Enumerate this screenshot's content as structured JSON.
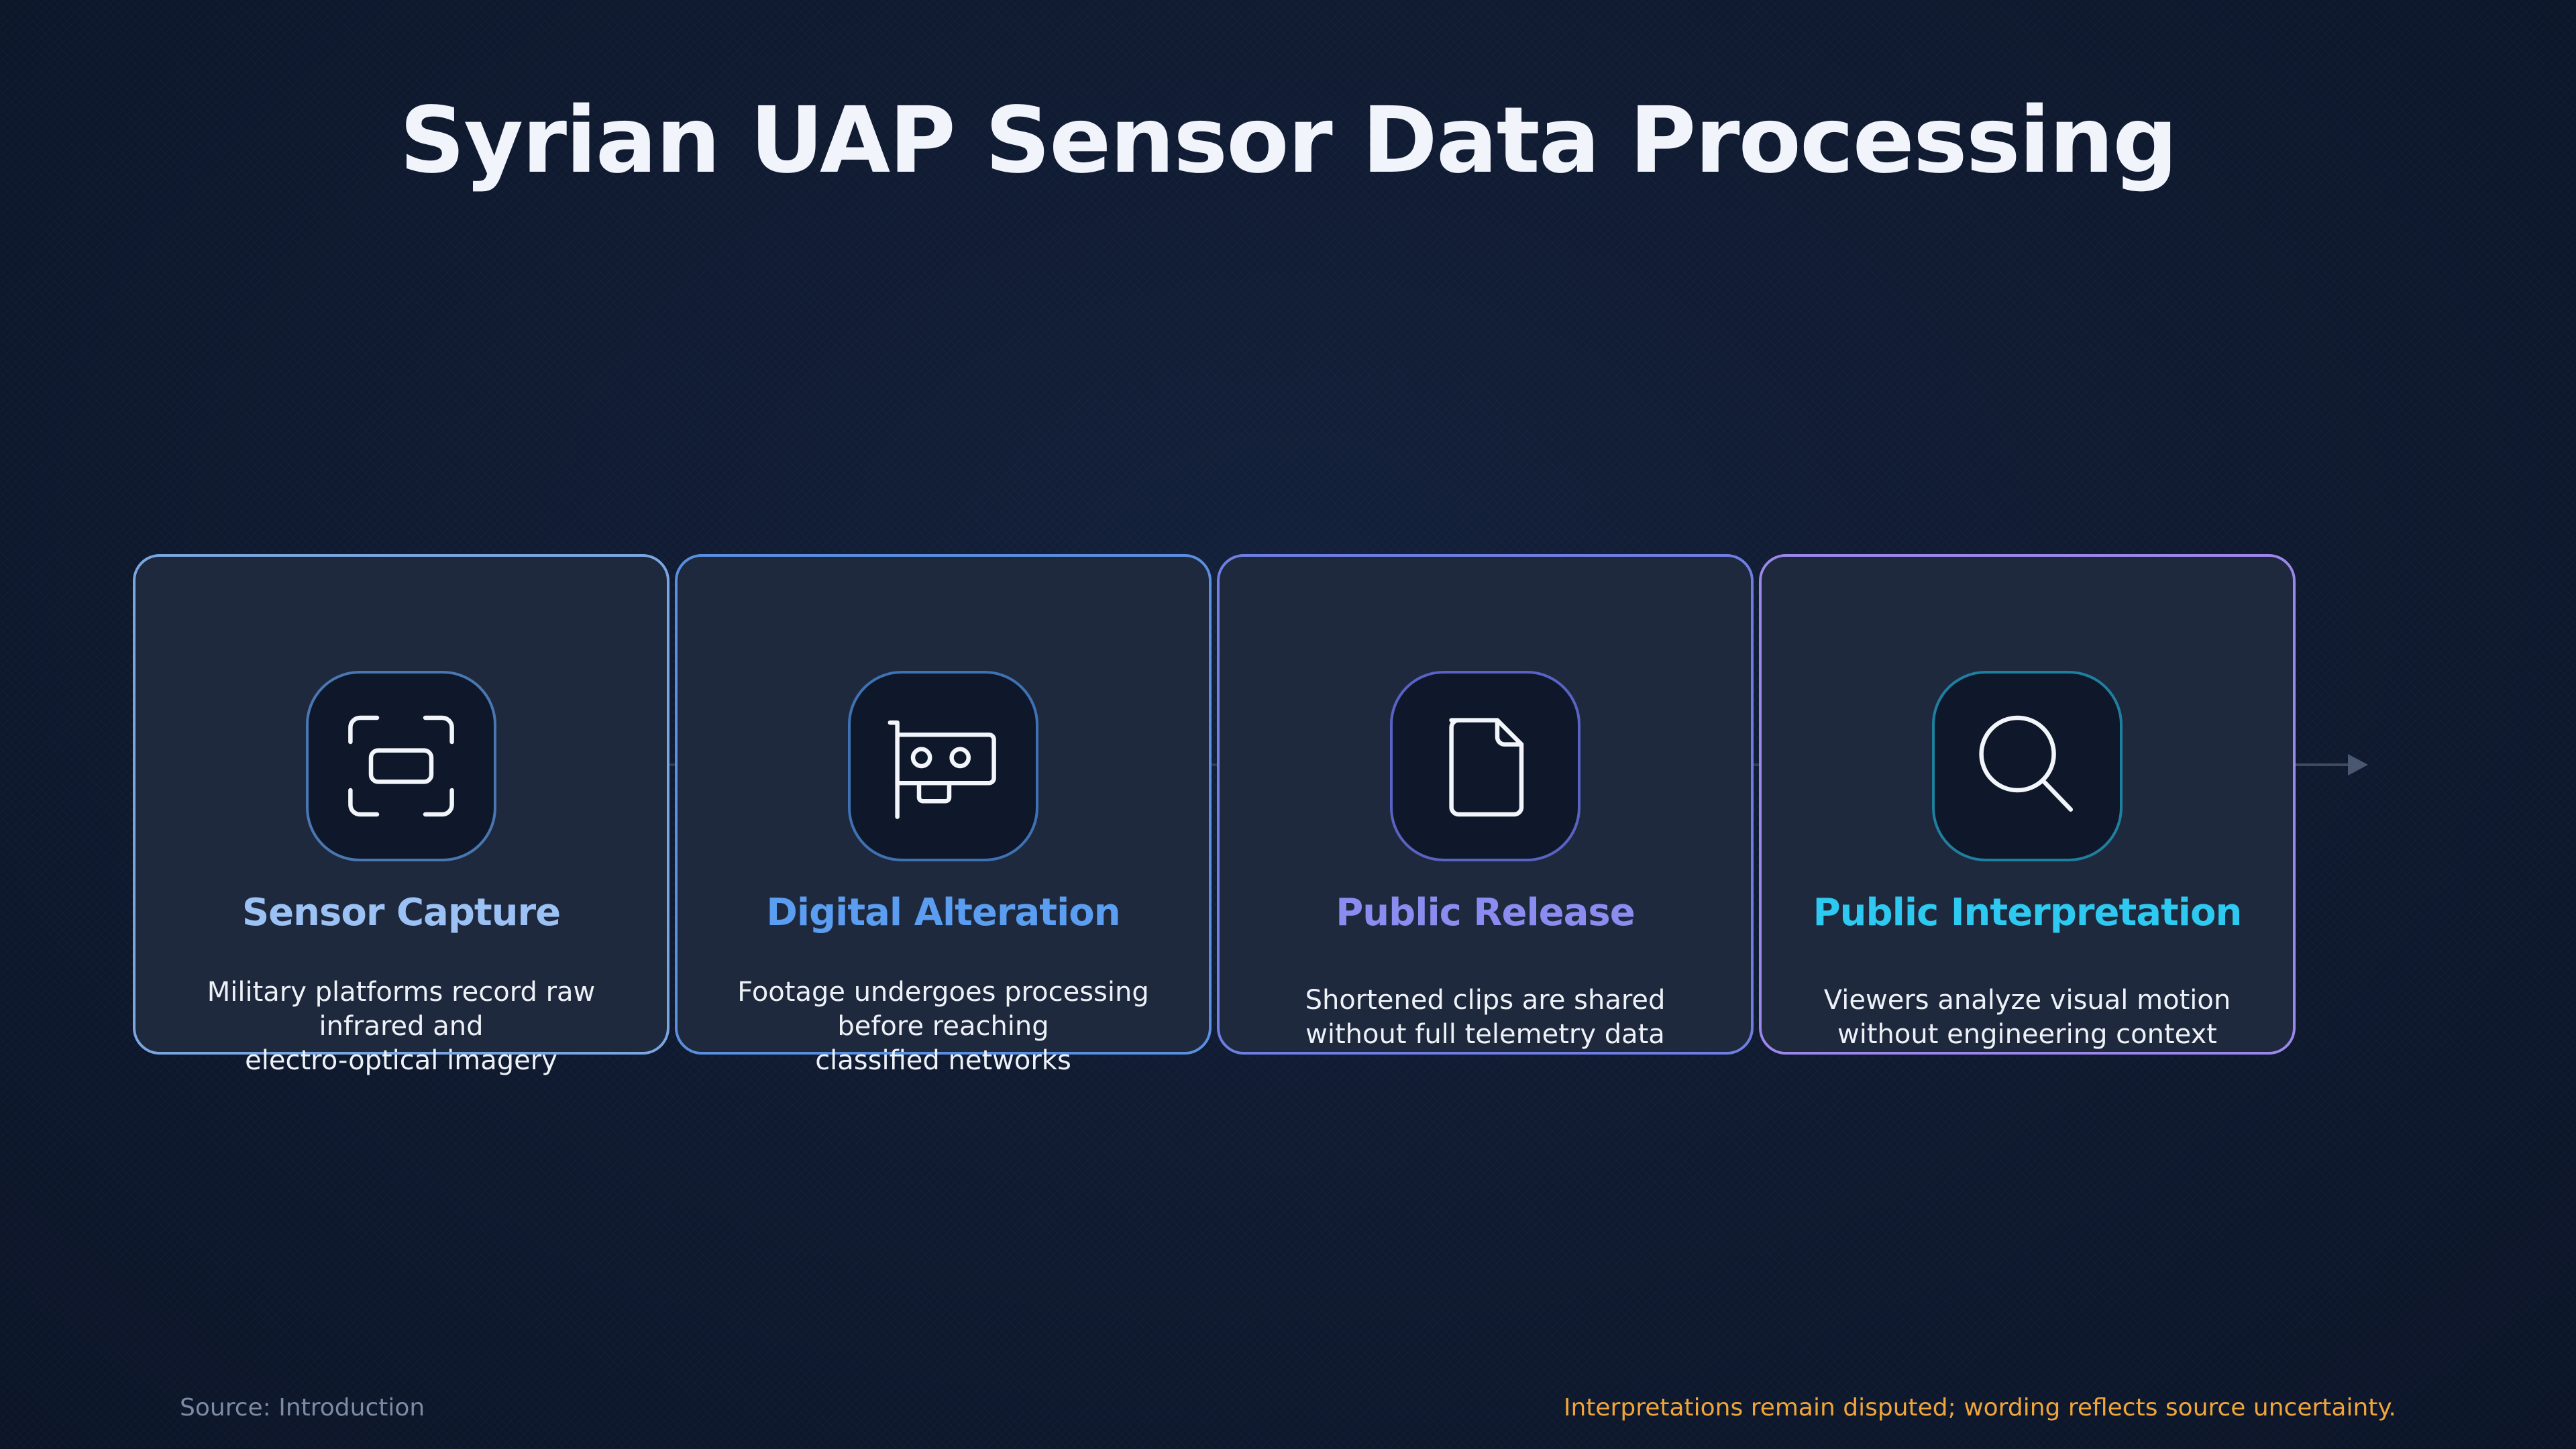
{
  "title": "Syrian UAP Sensor Data Processing",
  "steps": [
    {
      "title": "Sensor Capture",
      "description": "Military platforms record raw\ninfrared and\nelectro-optical imagery",
      "icon": "viewfinder-icon",
      "title_color": "#9cc2f5",
      "border_color": "#7aa6e0"
    },
    {
      "title": "Digital Alteration",
      "description": "Footage undergoes processing\nbefore reaching\nclassified networks",
      "icon": "graphics-card-icon",
      "title_color": "#5b9df0",
      "border_color": "#5a8fe0"
    },
    {
      "title": "Public Release",
      "description": "Shortened clips are shared\nwithout full telemetry data",
      "icon": "document-icon",
      "title_color": "#8b8cf0",
      "border_color": "#6f7ee2"
    },
    {
      "title": "Public Interpretation",
      "description": "Viewers analyze visual motion\nwithout engineering context",
      "icon": "search-icon",
      "title_color": "#2ec9f0",
      "border_color": "#9b86ea"
    }
  ],
  "footer": {
    "source": "Source: Introduction",
    "note": "Interpretations remain disputed; wording reflects source uncertainty."
  }
}
